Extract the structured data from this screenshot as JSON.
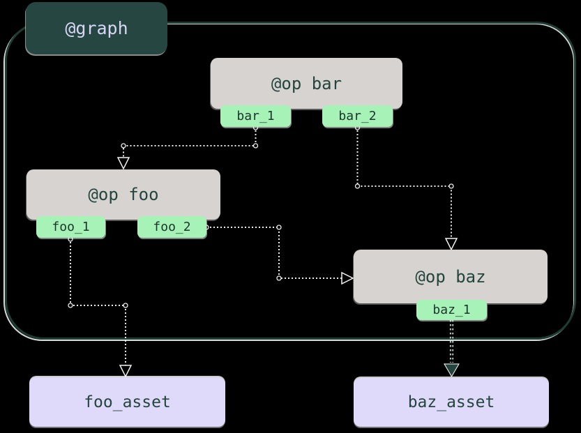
{
  "graph": {
    "label": "@graph"
  },
  "ops": [
    {
      "name": "bar",
      "label": "@op bar",
      "outputs": [
        "bar_1",
        "bar_2"
      ]
    },
    {
      "name": "foo",
      "label": "@op foo",
      "outputs": [
        "foo_1",
        "foo_2"
      ]
    },
    {
      "name": "baz",
      "label": "@op baz",
      "outputs": [
        "baz_1"
      ]
    }
  ],
  "assets": [
    "foo_asset",
    "baz_asset"
  ],
  "edges": [
    {
      "from": "bar_1",
      "to": "@op foo"
    },
    {
      "from": "bar_2",
      "to": "@op baz"
    },
    {
      "from": "foo_2",
      "to": "@op baz"
    },
    {
      "from": "foo_1",
      "to": "foo_asset"
    },
    {
      "from": "baz_1",
      "to": "baz_asset"
    }
  ],
  "colors": {
    "background": "#000000",
    "graph_label_fill": "#264741",
    "graph_label_text": "#d9d6f5",
    "graph_border": "#1d3c34",
    "op_fill": "#d6d3d1",
    "output_tab_fill": "#a6f2b7",
    "asset_fill": "#dfdaf9",
    "node_text": "#24453d",
    "edge_light": "#ececec"
  }
}
